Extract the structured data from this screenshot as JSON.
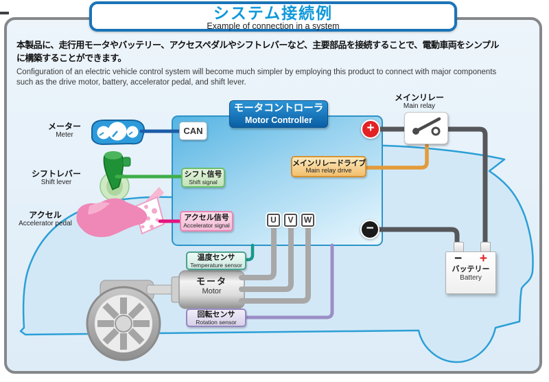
{
  "title": {
    "jp": "システム接続例",
    "en": "Example of connection in a system"
  },
  "intro": {
    "jp_line1": "本製品に、走行用モータやバッテリー、アクセスペダルやシフトレバーなど、主要部品を接続することで、電動車両をシンプル",
    "jp_line2": "に構築することができます。",
    "en_line1": "Configuration of an electric vehicle control system will become much simpler by employing this product to connect with major components",
    "en_line2": "such as the drive motor, battery, accelerator pedal, and shift lever."
  },
  "controller": {
    "title_jp": "モータコントローラ",
    "title_en": "Motor Controller",
    "can": "CAN",
    "shift_signal_jp": "シフト信号",
    "shift_signal_en": "Shift signal",
    "accel_signal_jp": "アクセル信号",
    "accel_signal_en": "Accelerator signal",
    "relay_drive_jp": "メインリレードライブ",
    "relay_drive_en": "Main relay drive",
    "phase_u": "U",
    "phase_v": "V",
    "phase_w": "W",
    "plus": "+",
    "minus": "−"
  },
  "components": {
    "meter": {
      "jp": "メーター",
      "en": "Meter"
    },
    "shift_lever": {
      "jp": "シフトレバー",
      "en": "Shift lever"
    },
    "accelerator": {
      "jp": "アクセル",
      "en": "Accelerator pedal"
    },
    "main_relay": {
      "jp": "メインリレー",
      "en": "Main relay"
    },
    "battery": {
      "jp": "バッテリー",
      "en": "Battery",
      "minus": "−",
      "plus": "+"
    },
    "temperature_sensor": {
      "jp": "温度センサ",
      "en": "Temperature sensor"
    },
    "motor": {
      "jp": "モータ",
      "en": "Motor"
    },
    "rotation_sensor": {
      "jp": "回転センサ",
      "en": "Rotation sensor"
    }
  },
  "colors": {
    "title_blue": "#0f98d9",
    "controller_blue": "#55b4e3",
    "wire_dark": "#55575a",
    "wire_orange": "#e39b3a",
    "wire_green": "#3fae49",
    "wire_magenta": "#e5127d",
    "wire_blue": "#1b5ca8",
    "wire_teal": "#18988a",
    "wire_purple": "#9b8fc6",
    "plus_red": "#e32226",
    "minus_black": "#1b1b1b"
  }
}
